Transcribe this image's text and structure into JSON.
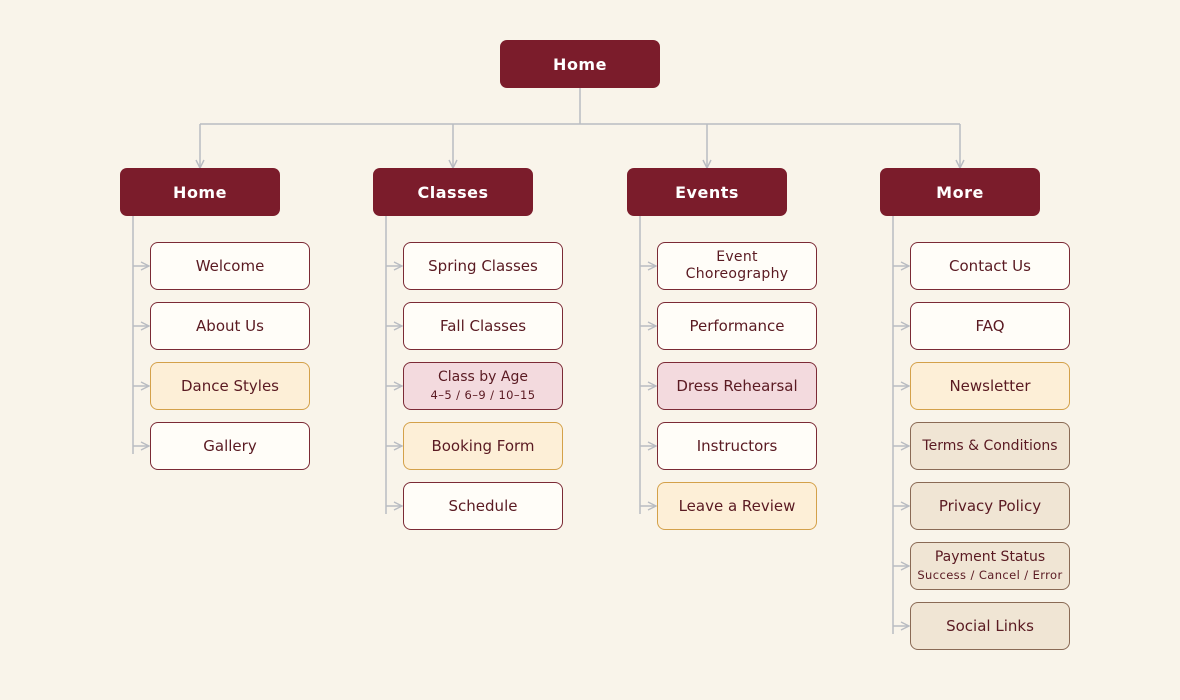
{
  "root": {
    "label": "Home"
  },
  "columns": [
    {
      "header": "Home",
      "items": [
        {
          "label": "Welcome",
          "kind": "page"
        },
        {
          "label": "About Us",
          "kind": "page"
        },
        {
          "label": "Dance Styles",
          "kind": "feature"
        },
        {
          "label": "Gallery",
          "kind": "page"
        }
      ]
    },
    {
      "header": "Classes",
      "items": [
        {
          "label": "Spring Classes",
          "kind": "page"
        },
        {
          "label": "Fall Classes",
          "kind": "page"
        },
        {
          "label": "Class by Age",
          "sublabel": "4–5 / 6–9 / 10–15",
          "kind": "group"
        },
        {
          "label": "Booking Form",
          "kind": "feature"
        },
        {
          "label": "Schedule",
          "kind": "page"
        }
      ]
    },
    {
      "header": "Events",
      "items": [
        {
          "label": "Event Choreography",
          "kind": "page",
          "wrap": [
            "Event",
            "Choreography"
          ]
        },
        {
          "label": "Performance",
          "kind": "page"
        },
        {
          "label": "Dress Rehearsal",
          "kind": "group"
        },
        {
          "label": "Instructors",
          "kind": "page"
        },
        {
          "label": "Leave a Review",
          "kind": "feature"
        }
      ]
    },
    {
      "header": "More",
      "items": [
        {
          "label": "Contact Us",
          "kind": "page"
        },
        {
          "label": "FAQ",
          "kind": "page"
        },
        {
          "label": "Newsletter",
          "kind": "feature"
        },
        {
          "label": "Terms & Conditions",
          "kind": "legal",
          "small": true
        },
        {
          "label": "Privacy Policy",
          "kind": "legal"
        },
        {
          "label": "Payment Status",
          "sublabel": "Success / Cancel / Error",
          "kind": "legal"
        },
        {
          "label": "Social Links",
          "kind": "legal"
        }
      ]
    }
  ],
  "colors": {
    "background": "#f9f4ea",
    "header_fill": "#7b1c2b",
    "connector": "#b9bcc2",
    "feature_fill": "#fdefd7",
    "group_fill": "#f3dade",
    "legal_fill": "#f0e5d4"
  }
}
